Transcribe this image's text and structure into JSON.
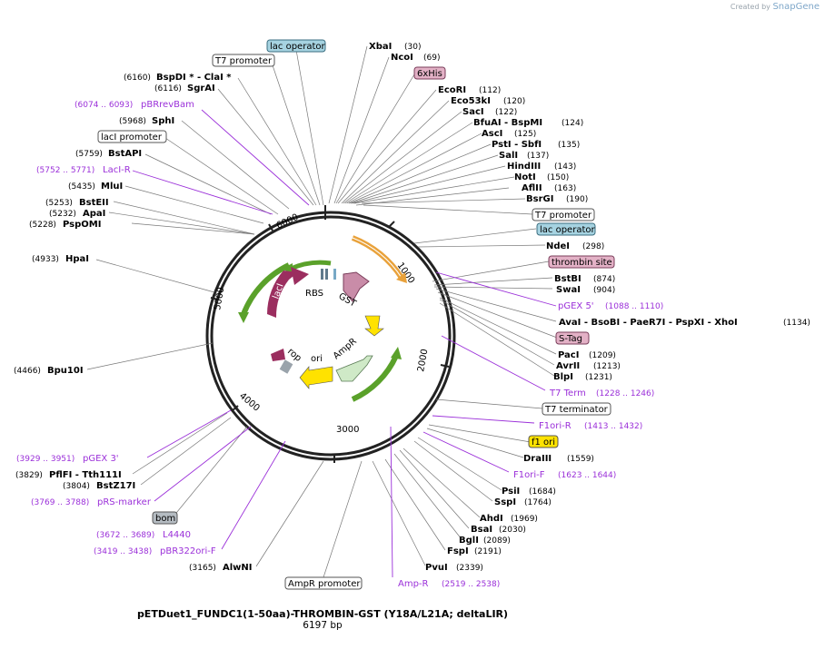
{
  "credit": {
    "prefix": "Created by",
    "brand": "SnapGene"
  },
  "plasmid": {
    "name": "pETDuet1_FUNDC1(1-50aa)-THROMBIN-GST (Y18A/L21A; deltaLIR)",
    "size": "6197 bp"
  },
  "ticks": [
    "1000",
    "2000",
    "3000",
    "4000",
    "5000",
    "6000"
  ],
  "features": [
    {
      "name": "GST"
    },
    {
      "name": "RBS"
    },
    {
      "name": "lacI"
    },
    {
      "name": "rop"
    },
    {
      "name": "ori"
    },
    {
      "name": "AmpR"
    }
  ],
  "labels": [
    {
      "text": "lac operator"
    },
    {
      "text": "T7 promoter"
    },
    {
      "pos": "(6160)",
      "text": "BspDI * - ClaI *"
    },
    {
      "pos": "(6116)",
      "text": "SgrAI"
    },
    {
      "pos": "(6074 .. 6093)",
      "text": "pBRrevBam"
    },
    {
      "pos": "(5968)",
      "text": "SphI"
    },
    {
      "text": "lacI promoter"
    },
    {
      "pos": "(5759)",
      "text": "BstAPI"
    },
    {
      "pos": "(5752 .. 5771)",
      "text": "LacI-R"
    },
    {
      "pos": "(5435)",
      "text": "MluI"
    },
    {
      "pos": "(5253)",
      "text": "BstEII"
    },
    {
      "pos": "(5232)",
      "text": "ApaI"
    },
    {
      "pos": "(5228)",
      "text": "PspOMI"
    },
    {
      "pos": "(4933)",
      "text": "HpaI"
    },
    {
      "pos": "(4466)",
      "text": "Bpu10I"
    },
    {
      "pos": "(3929 .. 3951)",
      "text": "pGEX 3'"
    },
    {
      "pos": "(3829)",
      "text": "PflFI - Tth111I"
    },
    {
      "pos": "(3804)",
      "text": "BstZ17I"
    },
    {
      "pos": "(3769 .. 3788)",
      "text": "pRS-marker"
    },
    {
      "text": "bom"
    },
    {
      "pos": "(3672 .. 3689)",
      "text": "L4440"
    },
    {
      "pos": "(3419 .. 3438)",
      "text": "pBR322ori-F"
    },
    {
      "pos": "(3165)",
      "text": "AlwNI"
    },
    {
      "text": "AmpR promoter"
    },
    {
      "text": "Amp-R",
      "pos": "(2519 .. 2538)"
    },
    {
      "text": "PvuI",
      "pos": "(2339)"
    },
    {
      "text": "FspI",
      "pos": "(2191)"
    },
    {
      "text": "BglI",
      "pos": "(2089)"
    },
    {
      "text": "BsaI",
      "pos": "(2030)"
    },
    {
      "text": "AhdI",
      "pos": "(1969)"
    },
    {
      "text": "SspI",
      "pos": "(1764)"
    },
    {
      "text": "PsiI",
      "pos": "(1684)"
    },
    {
      "text": "F1ori-F",
      "pos": "(1623 .. 1644)"
    },
    {
      "text": "DraIII",
      "pos": "(1559)"
    },
    {
      "text": "f1 ori"
    },
    {
      "text": "F1ori-R",
      "pos": "(1413 .. 1432)"
    },
    {
      "text": "T7 terminator"
    },
    {
      "text": "T7 Term",
      "pos": "(1228 .. 1246)"
    },
    {
      "text": "BlpI",
      "pos": "(1231)"
    },
    {
      "text": "AvrII",
      "pos": "(1213)"
    },
    {
      "text": "PacI",
      "pos": "(1209)"
    },
    {
      "text": "S-Tag"
    },
    {
      "text": "AvaI - BsoBI - PaeR7I - PspXI - XhoI",
      "pos": "(1134)"
    },
    {
      "text": "pGEX 5'",
      "pos": "(1088 .. 1110)"
    },
    {
      "text": "SwaI",
      "pos": "(904)"
    },
    {
      "text": "BstBI",
      "pos": "(874)"
    },
    {
      "text": "thrombin site"
    },
    {
      "text": "NdeI",
      "pos": "(298)"
    },
    {
      "text": "lac operator"
    },
    {
      "text": "T7 promoter"
    },
    {
      "text": "BsrGI",
      "pos": "(190)"
    },
    {
      "text": "AflII",
      "pos": "(163)"
    },
    {
      "text": "NotI",
      "pos": "(150)"
    },
    {
      "text": "HindIII",
      "pos": "(143)"
    },
    {
      "text": "SalI",
      "pos": "(137)"
    },
    {
      "text": "PstI - SbfI",
      "pos": "(135)"
    },
    {
      "text": "AscI",
      "pos": "(125)"
    },
    {
      "text": "BfuAI - BspMI",
      "pos": "(124)"
    },
    {
      "text": "SacI",
      "pos": "(122)"
    },
    {
      "text": "Eco53kI",
      "pos": "(120)"
    },
    {
      "text": "EcoRI",
      "pos": "(112)"
    },
    {
      "text": "6xHis"
    },
    {
      "text": "NcoI",
      "pos": "(69)"
    },
    {
      "text": "XbaI",
      "pos": "(30)"
    }
  ]
}
